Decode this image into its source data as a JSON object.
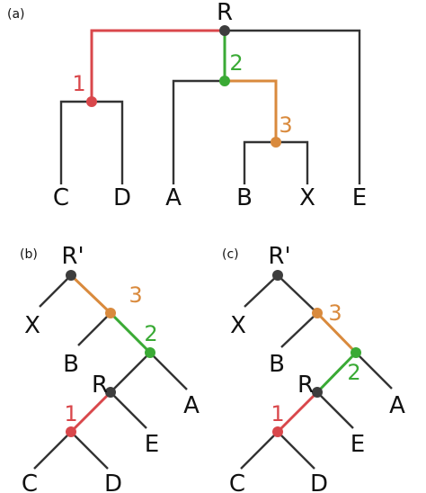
{
  "colors": {
    "black": "#333333",
    "red": "#d9474b",
    "green": "#3aaa35",
    "orange": "#d98a3d",
    "node_dark": "#3d3d3d"
  },
  "panel_a": {
    "label": "(a)",
    "root": "R",
    "leaves": [
      "C",
      "D",
      "A",
      "B",
      "X",
      "E"
    ],
    "nodes": [
      "1",
      "2",
      "3"
    ]
  },
  "panel_b": {
    "label": "(b)",
    "root": "R'",
    "inner_root": "R",
    "leaves": [
      "X",
      "B",
      "A",
      "E",
      "C",
      "D"
    ],
    "nodes": [
      "1",
      "2",
      "3"
    ]
  },
  "panel_c": {
    "label": "(c)",
    "root": "R'",
    "inner_root": "R",
    "leaves": [
      "X",
      "B",
      "A",
      "E",
      "C",
      "D"
    ],
    "nodes": [
      "1",
      "2",
      "3"
    ]
  }
}
